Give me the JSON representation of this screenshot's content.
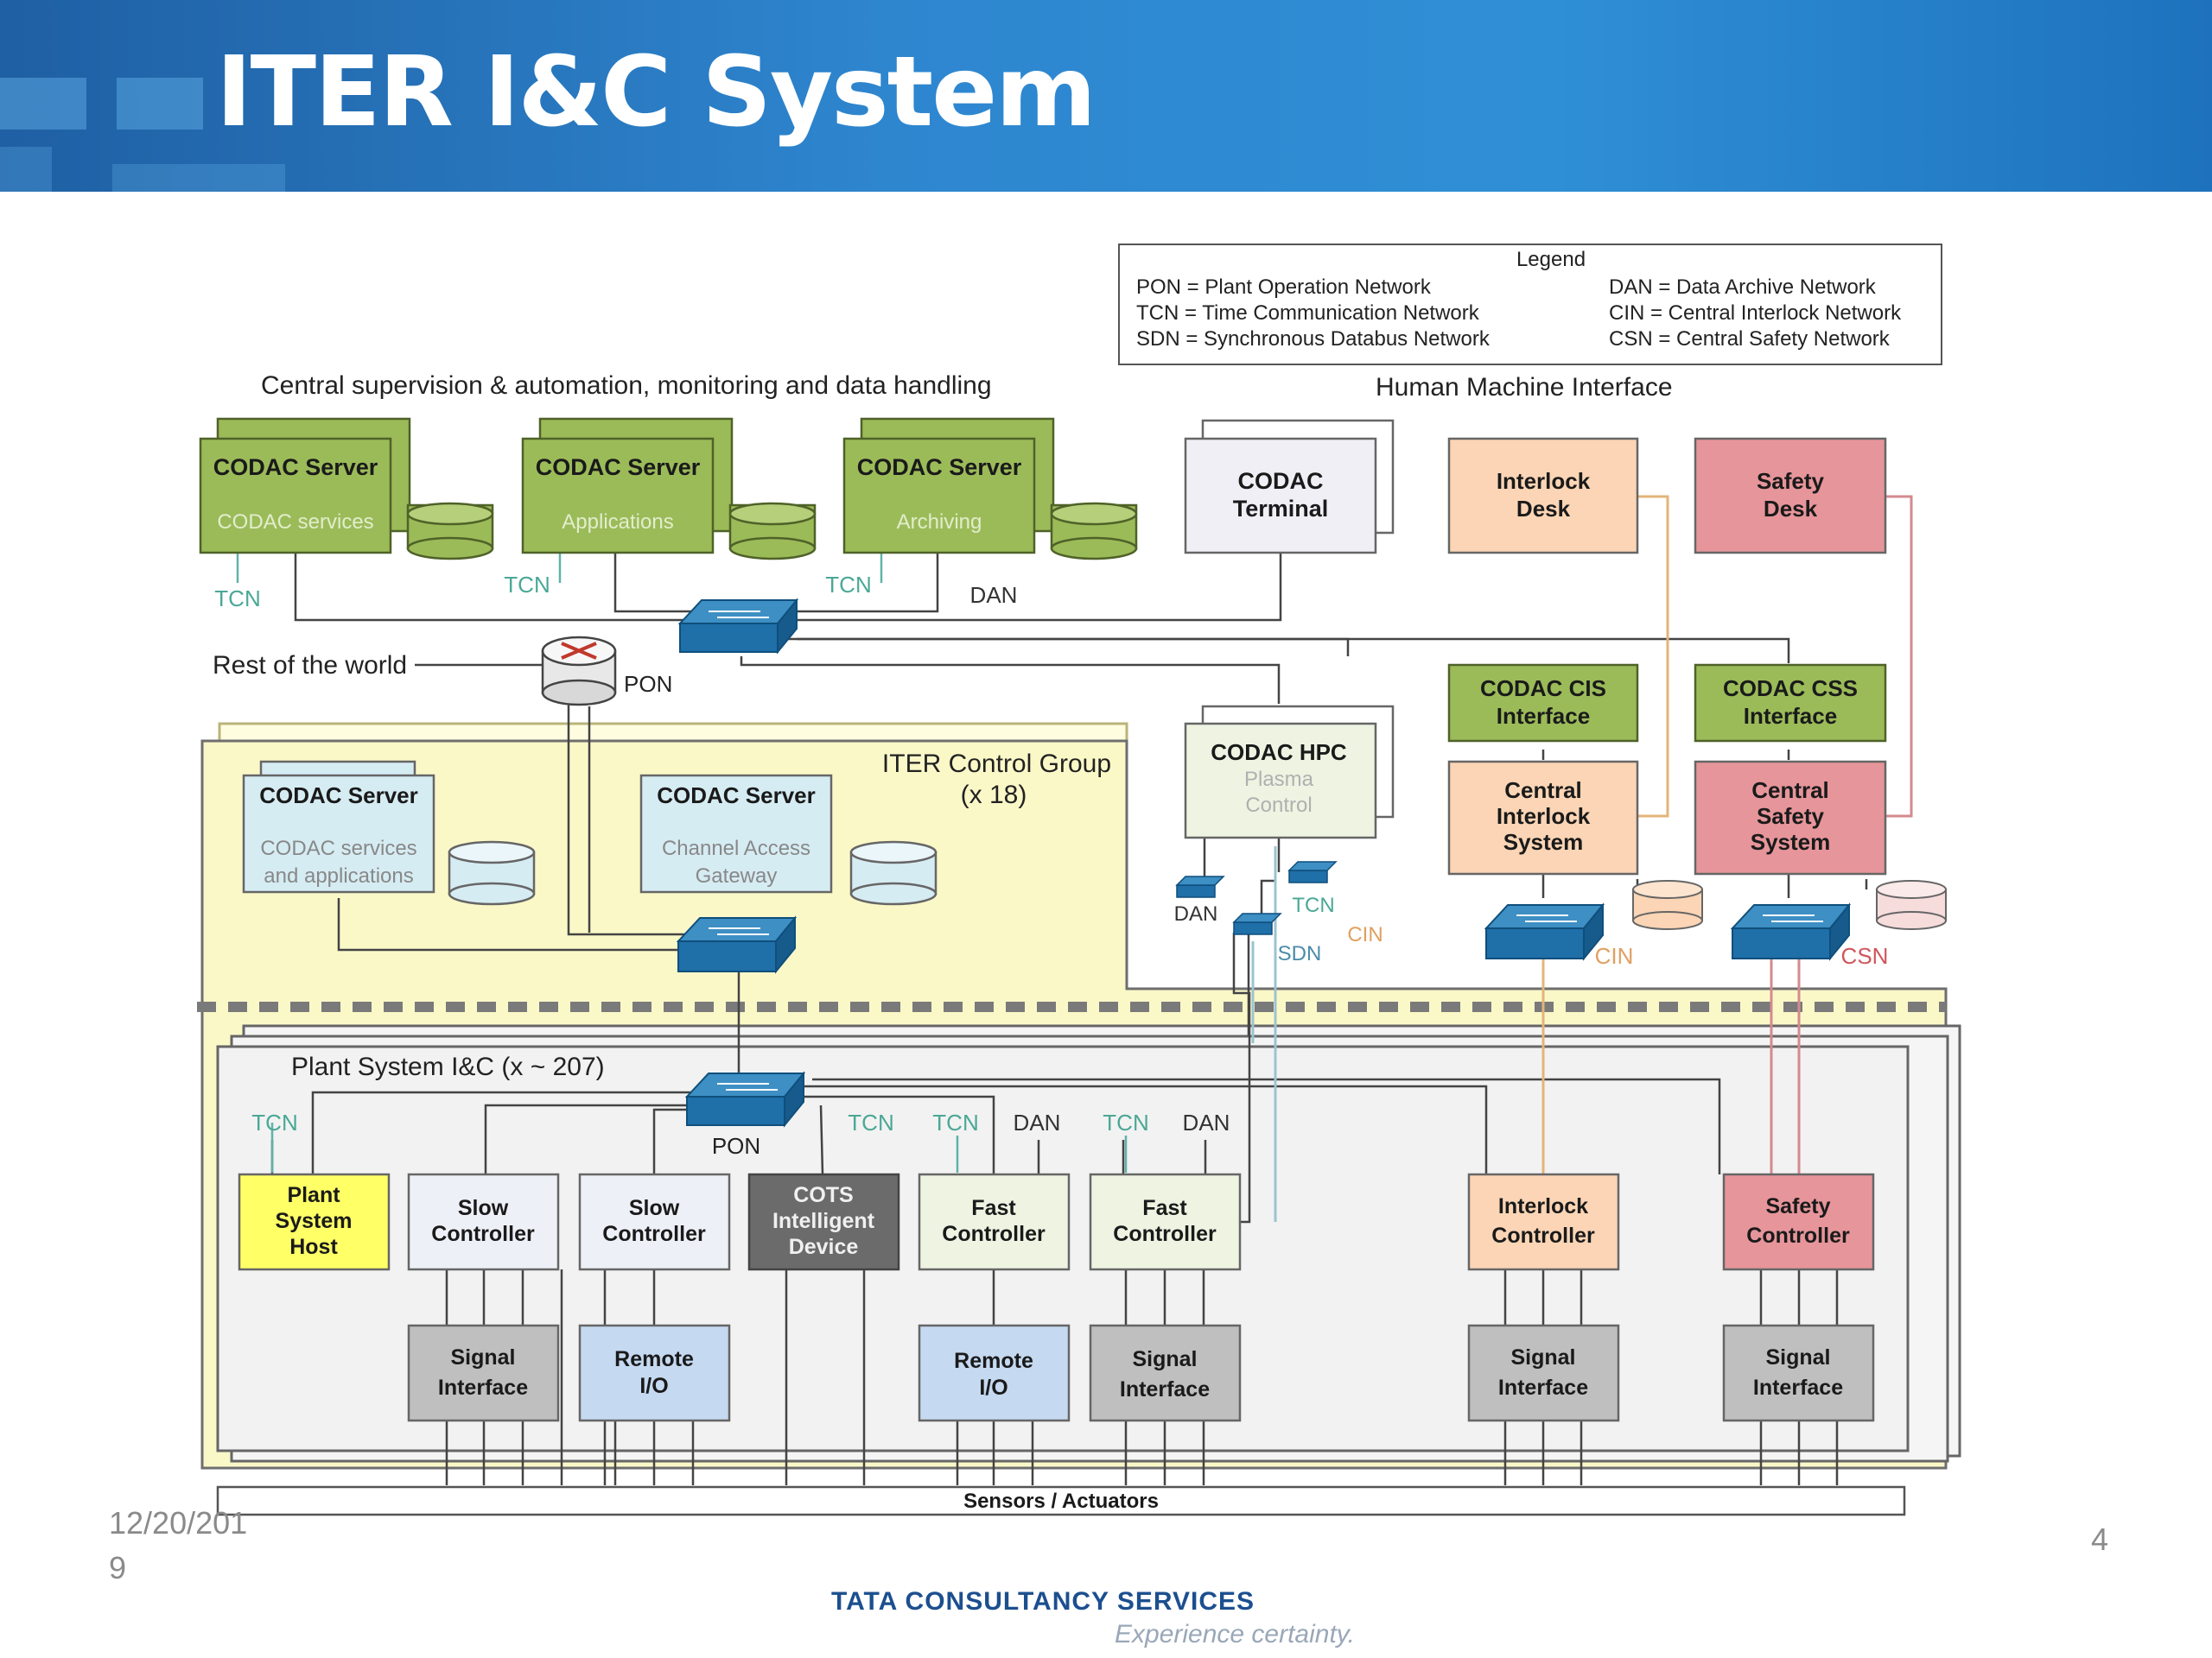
{
  "title": "ITER I&C System",
  "date_line1": "12/20/201",
  "date_line2": "9",
  "page_number": "4",
  "company": "TATA CONSULTANCY SERVICES",
  "tagline": "Experience certainty.",
  "legend": {
    "title": "Legend",
    "left": [
      "PON = Plant Operation Network",
      "TCN = Time Communication Network",
      "SDN = Synchronous Databus Network"
    ],
    "right": [
      "DAN = Data Archive Network",
      "CIN = Central Interlock Network",
      "CSN = Central Safety Network"
    ]
  },
  "labels": {
    "central": "Central supervision & automation, monitoring and data handling",
    "hmi": "Human Machine Interface",
    "rest": "Rest of the world",
    "pon": "PON",
    "icg1": "ITER Control Group",
    "icg2": "(x 18)",
    "plant": "Plant System I&C (x ~ 207)",
    "sensors": "Sensors  / Actuators",
    "tcn": "TCN",
    "dan": "DAN",
    "sdn": "SDN",
    "cin": "CIN",
    "csn": "CSN"
  },
  "codac_servers": [
    {
      "title": "CODAC Server",
      "sub": "CODAC services"
    },
    {
      "title": "CODAC Server",
      "sub": "Applications"
    },
    {
      "title": "CODAC Server",
      "sub": "Archiving"
    }
  ],
  "codac_terminal": [
    "CODAC",
    "Terminal"
  ],
  "interlock_desk": [
    "Interlock",
    "Desk"
  ],
  "safety_desk": [
    "Safety",
    "Desk"
  ],
  "cis_interface": [
    "CODAC CIS",
    "Interface"
  ],
  "css_interface": [
    "CODAC CSS",
    "Interface"
  ],
  "central_interlock": [
    "Central",
    "Interlock",
    "System"
  ],
  "central_safety": [
    "Central",
    "Safety",
    "System"
  ],
  "hpc": {
    "title": "CODAC HPC",
    "sub1": "Plasma",
    "sub2": "Control"
  },
  "icg_server1": {
    "title": "CODAC Server",
    "sub1": "CODAC services",
    "sub2": "and applications"
  },
  "icg_server2": {
    "title": "CODAC Server",
    "sub1": "Channel Access",
    "sub2": "Gateway"
  },
  "plant_host": [
    "Plant",
    "System",
    "Host"
  ],
  "slow1": [
    "Slow",
    "Controller"
  ],
  "slow2": [
    "Slow",
    "Controller"
  ],
  "cots": [
    "COTS",
    "Intelligent",
    "Device"
  ],
  "fast1": [
    "Fast",
    "Controller"
  ],
  "fast2": [
    "Fast",
    "Controller"
  ],
  "interlock_ctrl": [
    "Interlock",
    "Controller"
  ],
  "safety_ctrl": [
    "Safety",
    "Controller"
  ],
  "sig1": [
    "Signal",
    "Interface"
  ],
  "remote1": [
    "Remote",
    "I/O"
  ],
  "remote2": [
    "Remote",
    "I/O"
  ],
  "sig2": [
    "Signal",
    "Interface"
  ],
  "sig3": [
    "Signal",
    "Interface"
  ],
  "sig4": [
    "Signal",
    "Interface"
  ],
  "colors": {
    "header_blue": "#2e86cf",
    "codac_green": "#9bbb59",
    "control_group_yellow": "#fbf8c8",
    "interlock_orange": "#fbd5b5",
    "safety_red": "#e6959a",
    "switch_blue": "#1f6fa8",
    "server_light_blue": "#d6ecf3",
    "plant_yellow": "#ffff66",
    "signal_gray": "#bfbfbf",
    "cots_dark": "#6b6b6b"
  }
}
